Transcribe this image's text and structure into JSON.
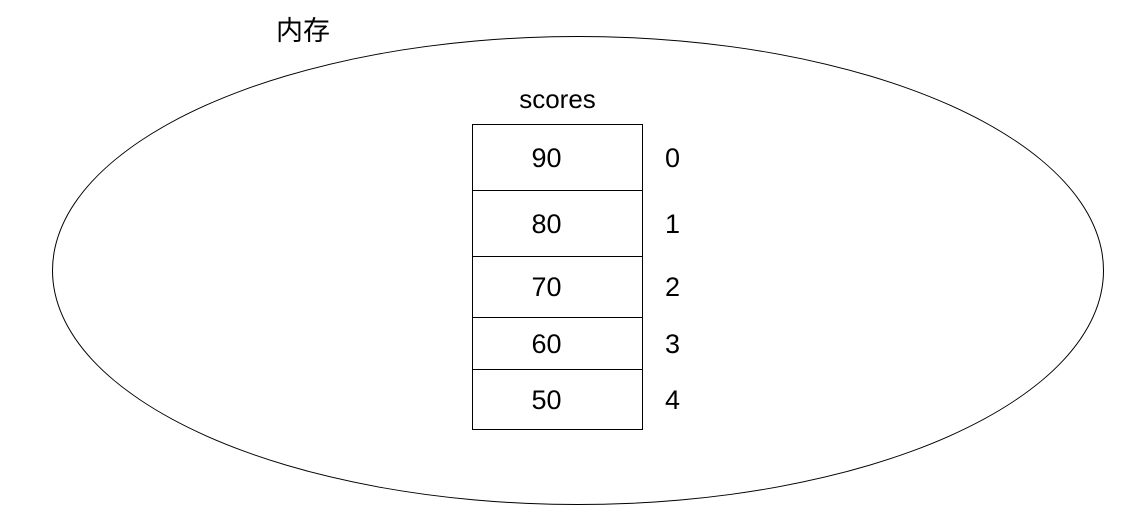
{
  "diagram": {
    "memory_region_label": "内存",
    "array": {
      "name": "scores",
      "cells": [
        {
          "value": "90",
          "index": "0"
        },
        {
          "value": "80",
          "index": "1"
        },
        {
          "value": "70",
          "index": "2"
        },
        {
          "value": "60",
          "index": "3"
        },
        {
          "value": "50",
          "index": "4"
        }
      ]
    },
    "colors": {
      "stroke": "#000000",
      "background": "#ffffff",
      "text": "#000000"
    }
  }
}
